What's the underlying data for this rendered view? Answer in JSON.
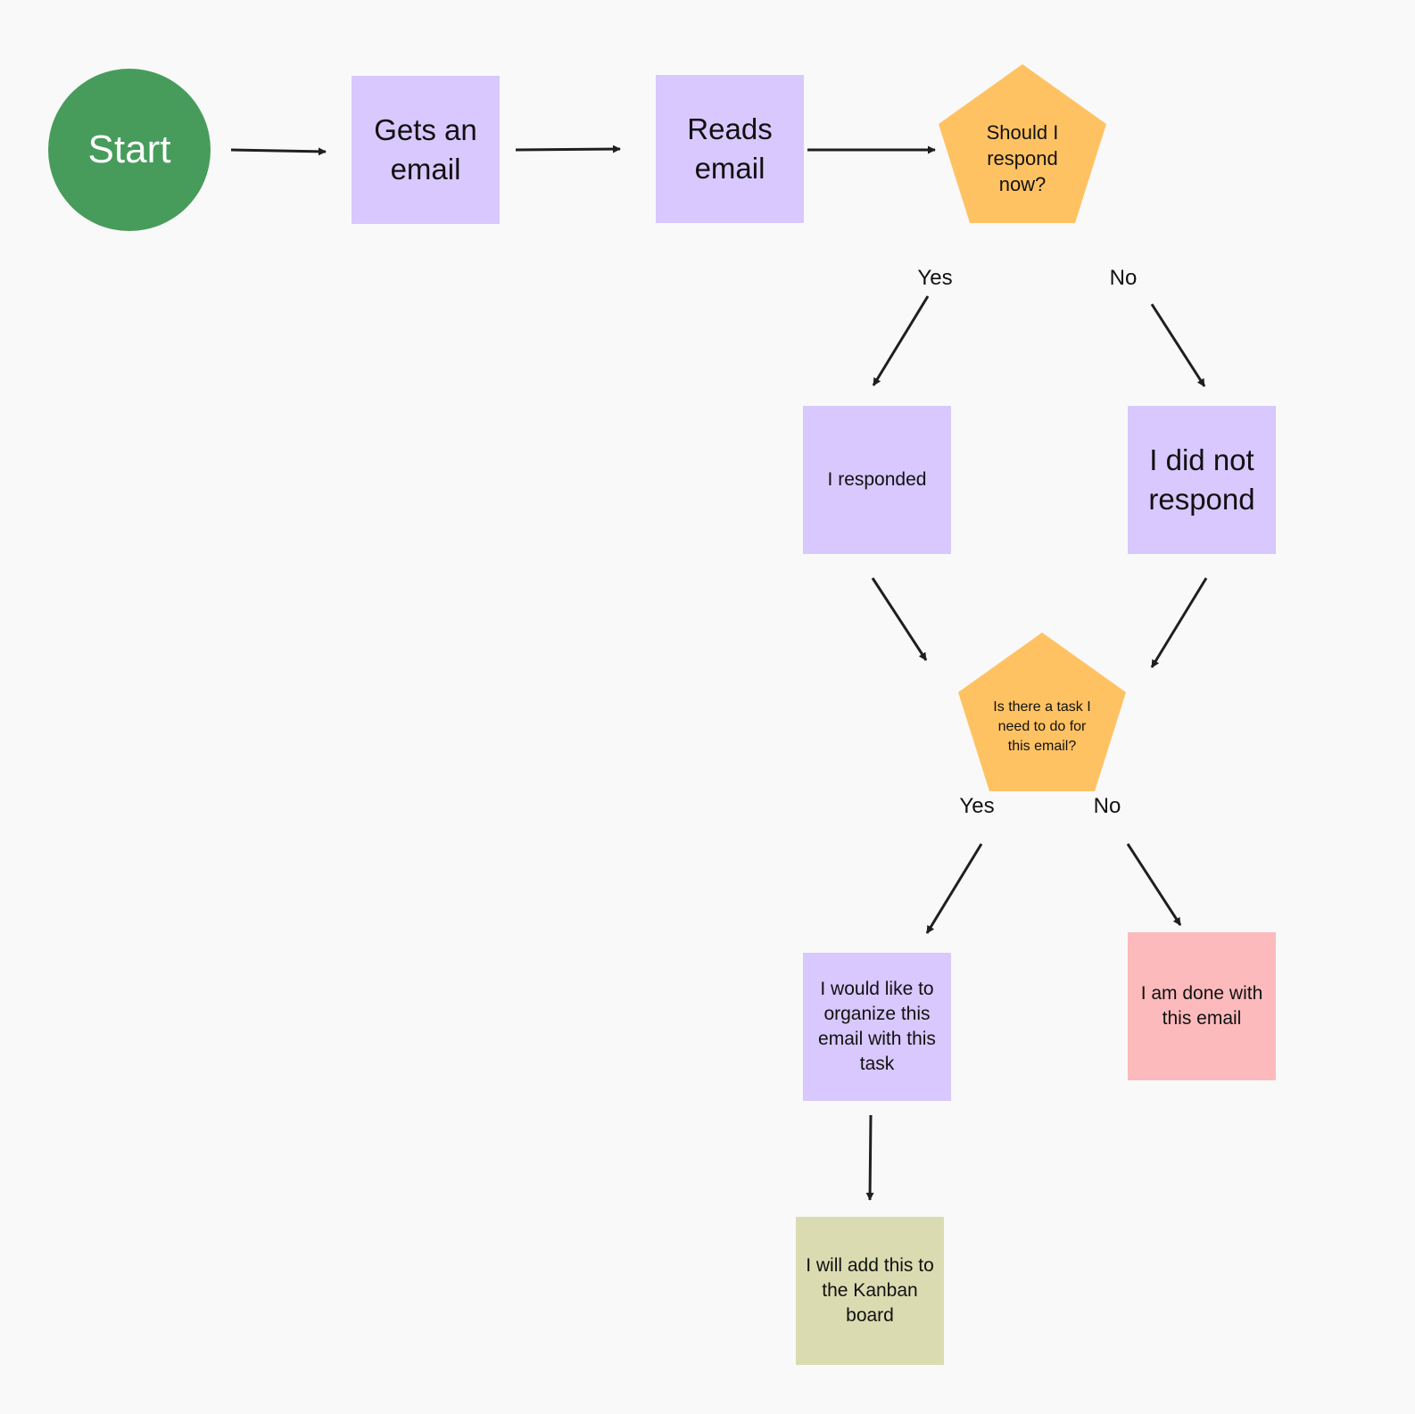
{
  "colors": {
    "background": "#f9f9f9",
    "green": "#479c5b",
    "purple": "#d8c8fd",
    "orange": "#ffc263",
    "pink": "#fdbabc",
    "olive": "#dadbb1",
    "arrow": "#1f1f1f"
  },
  "nodes": {
    "start": "Start",
    "gets_email": "Gets an email",
    "reads_email": "Reads email",
    "decision_respond": "Should I respond now?",
    "responded": "I responded",
    "not_responded": "I did not respond",
    "decision_task": "Is there a task I need to do for this email?",
    "organize": "I would like to organize this email with this task",
    "done": "I am done with this email",
    "kanban": "I will add this to the Kanban board"
  },
  "edge_labels": {
    "respond_yes": "Yes",
    "respond_no": "No",
    "task_yes": "Yes",
    "task_no": "No"
  }
}
